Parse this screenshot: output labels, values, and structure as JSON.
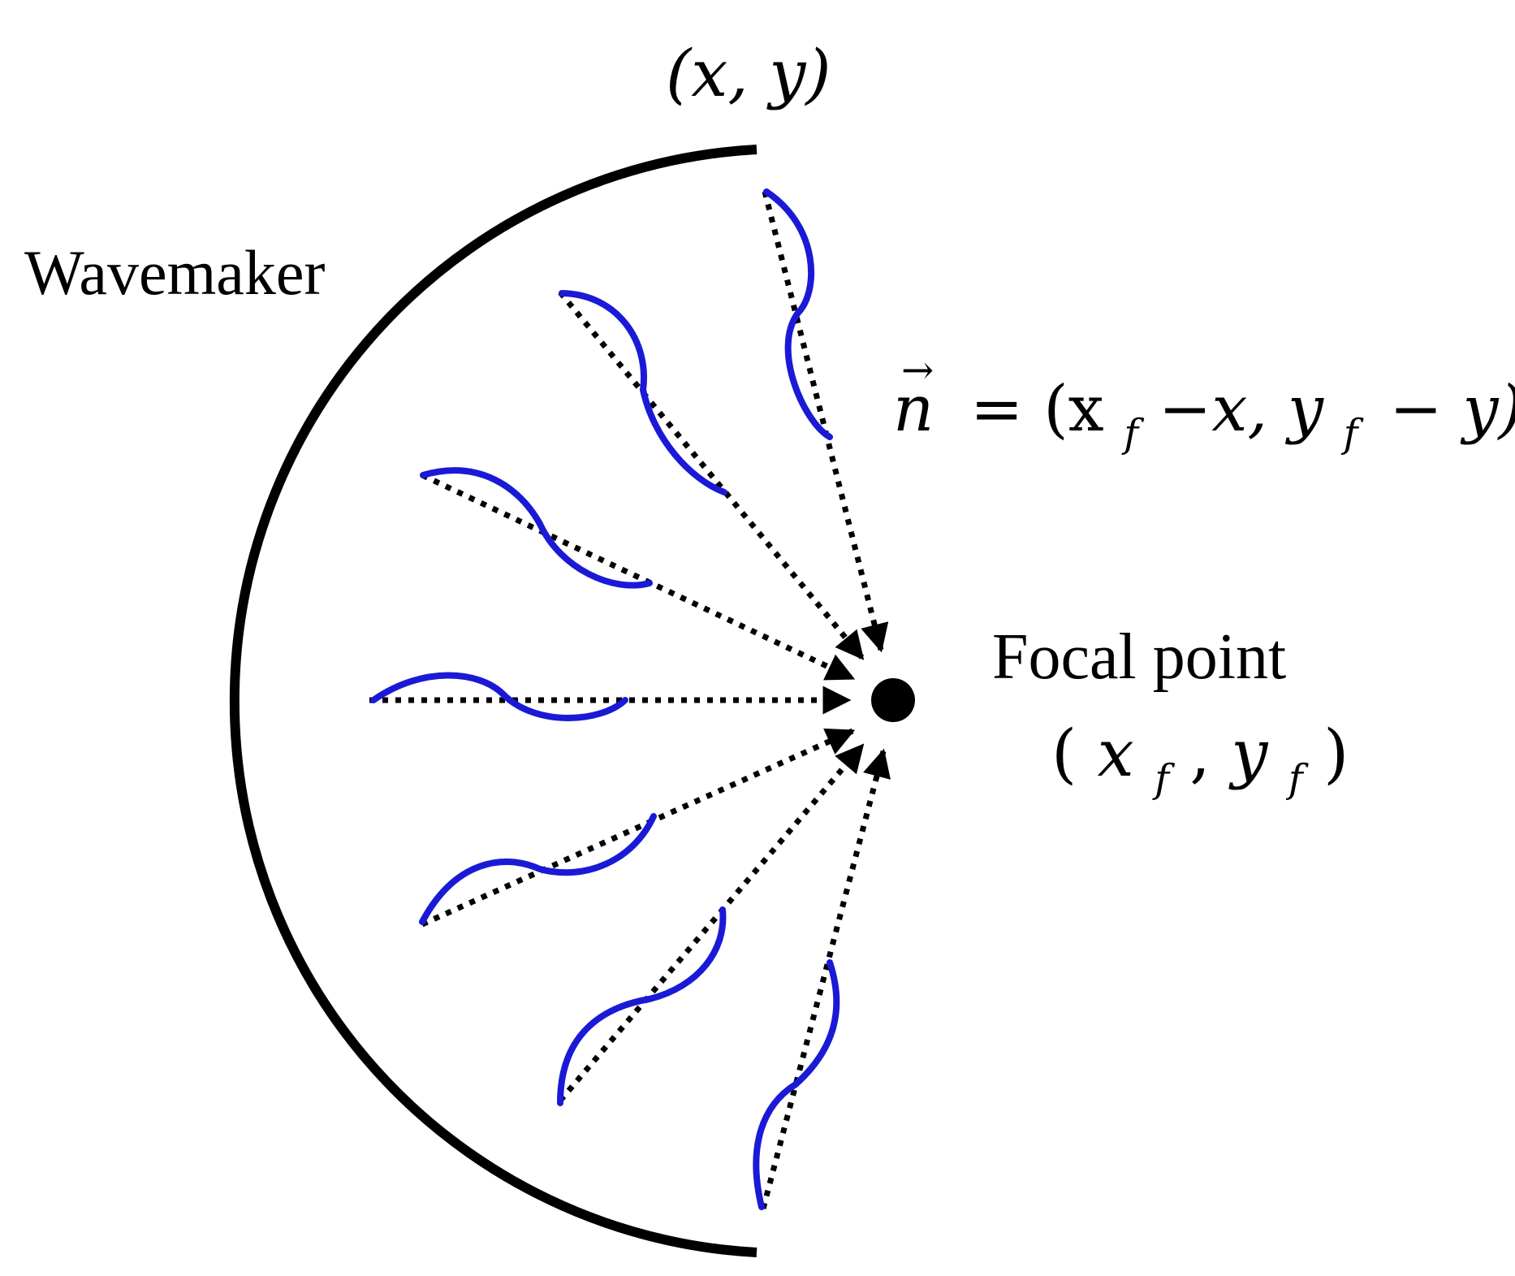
{
  "labels": {
    "wavemaker": "Wavemaker",
    "point_xy": "(x, y)",
    "focal_point": "Focal point",
    "focal_xy_x": "x",
    "focal_xy_y": "y",
    "focal_sub": "f",
    "normal_vec": "n",
    "normal_eq_open": "= (x",
    "normal_eq_mid": "−x, y",
    "normal_eq_close": "− y)"
  },
  "colors": {
    "wavemaker_arc": "#000000",
    "wave_crest": "#1a1ad6",
    "ray": "#000000",
    "focal_point": "#000000"
  }
}
